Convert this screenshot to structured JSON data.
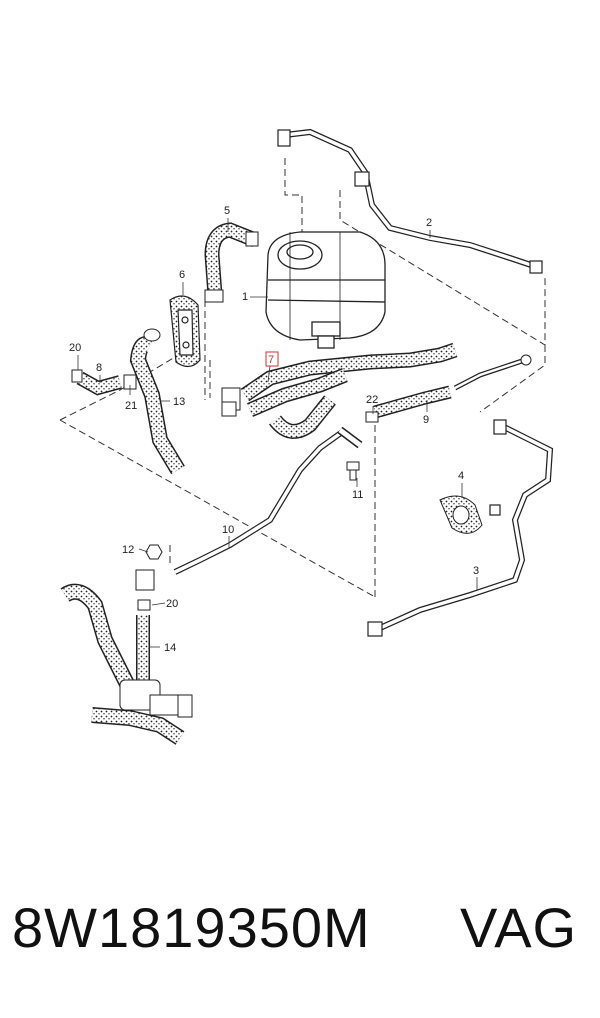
{
  "callouts": {
    "c1": "1",
    "c2": "2",
    "c3": "3",
    "c4": "4",
    "c5": "5",
    "c6": "6",
    "c7": "7",
    "c8": "8",
    "c9": "9",
    "c10": "10",
    "c11": "11",
    "c12": "12",
    "c13": "13",
    "c14": "14",
    "c20a": "20",
    "c20b": "20",
    "c21": "21",
    "c22": "22"
  },
  "highlight_color": "#cc3333",
  "footer": {
    "part_number": "8W1819350M",
    "brand": "VAG"
  }
}
